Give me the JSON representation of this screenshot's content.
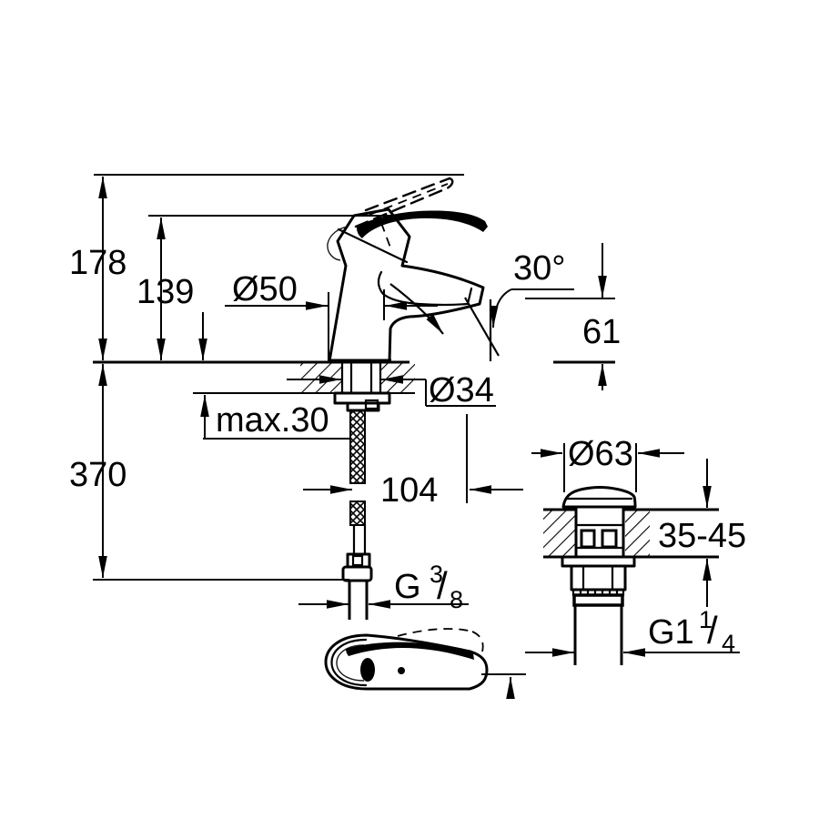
{
  "page": {
    "background": "#ffffff",
    "ink": "#000000"
  },
  "drawing": {
    "kind": "faucet installation dimension drawing",
    "labels": {
      "overall_height": "178",
      "lever_height": "139",
      "base_diameter": "Ø50",
      "stream_angle": "30°",
      "spout_outlet_height": "61",
      "deck_max_thickness": "max.30",
      "shank_diameter": "Ø34",
      "spout_reach": "104",
      "hose_drop": "370",
      "supply_thread": {
        "prefix": "G",
        "sup": "3",
        "slash": "/",
        "sub": "8"
      },
      "waste_cap_diameter": "Ø63",
      "basin_thickness_range": "35-45",
      "waste_thread": {
        "prefix": "G1",
        "sup": "1",
        "slash": "/",
        "sub": "4"
      }
    }
  }
}
